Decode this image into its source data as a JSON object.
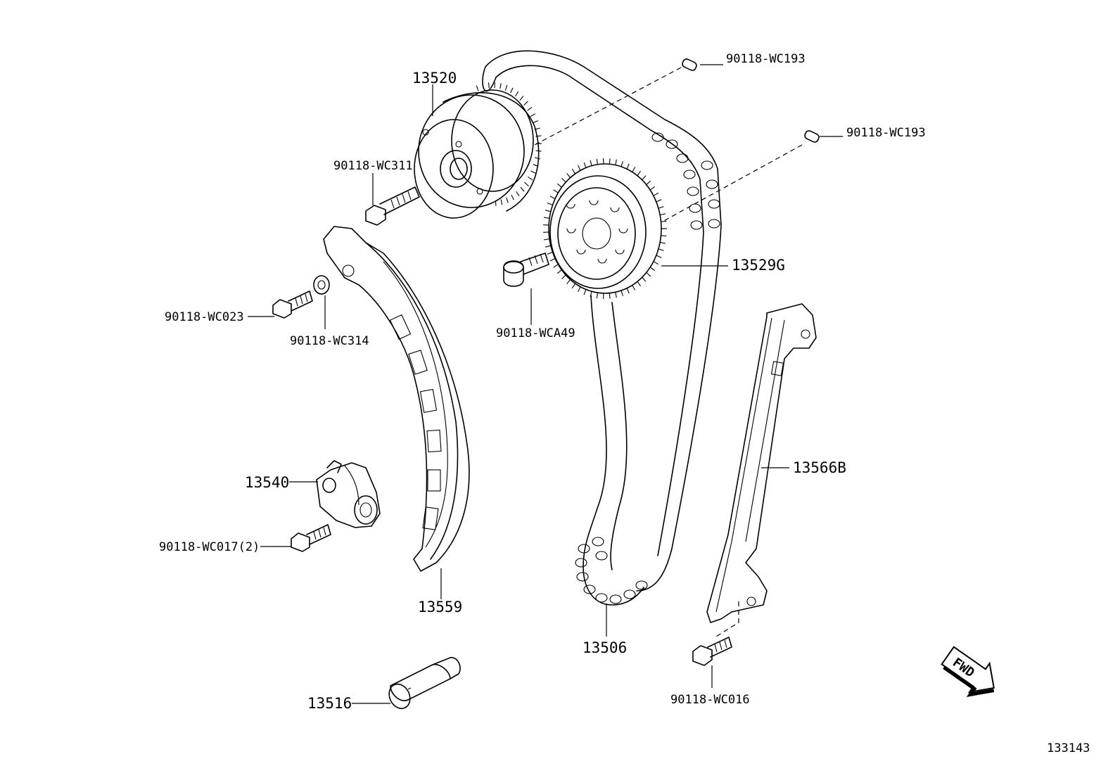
{
  "labels": {
    "p13520": "13520",
    "p90118_WC311": "90118-WC311",
    "p90118_WC193_a": "90118-WC193",
    "p90118_WC193_b": "90118-WC193",
    "p13529G": "13529G",
    "p90118_WCA49": "90118-WCA49",
    "p90118_WC023": "90118-WC023",
    "p90118_WC314": "90118-WC314",
    "p13540": "13540",
    "p90118_WC017": "90118-WC017(2)",
    "p13559": "13559",
    "p13506": "13506",
    "p13566B": "13566B",
    "p90118_WC016": "90118-WC016",
    "p13516": "13516"
  },
  "fwd": "FWD",
  "diagram_number": "133143"
}
